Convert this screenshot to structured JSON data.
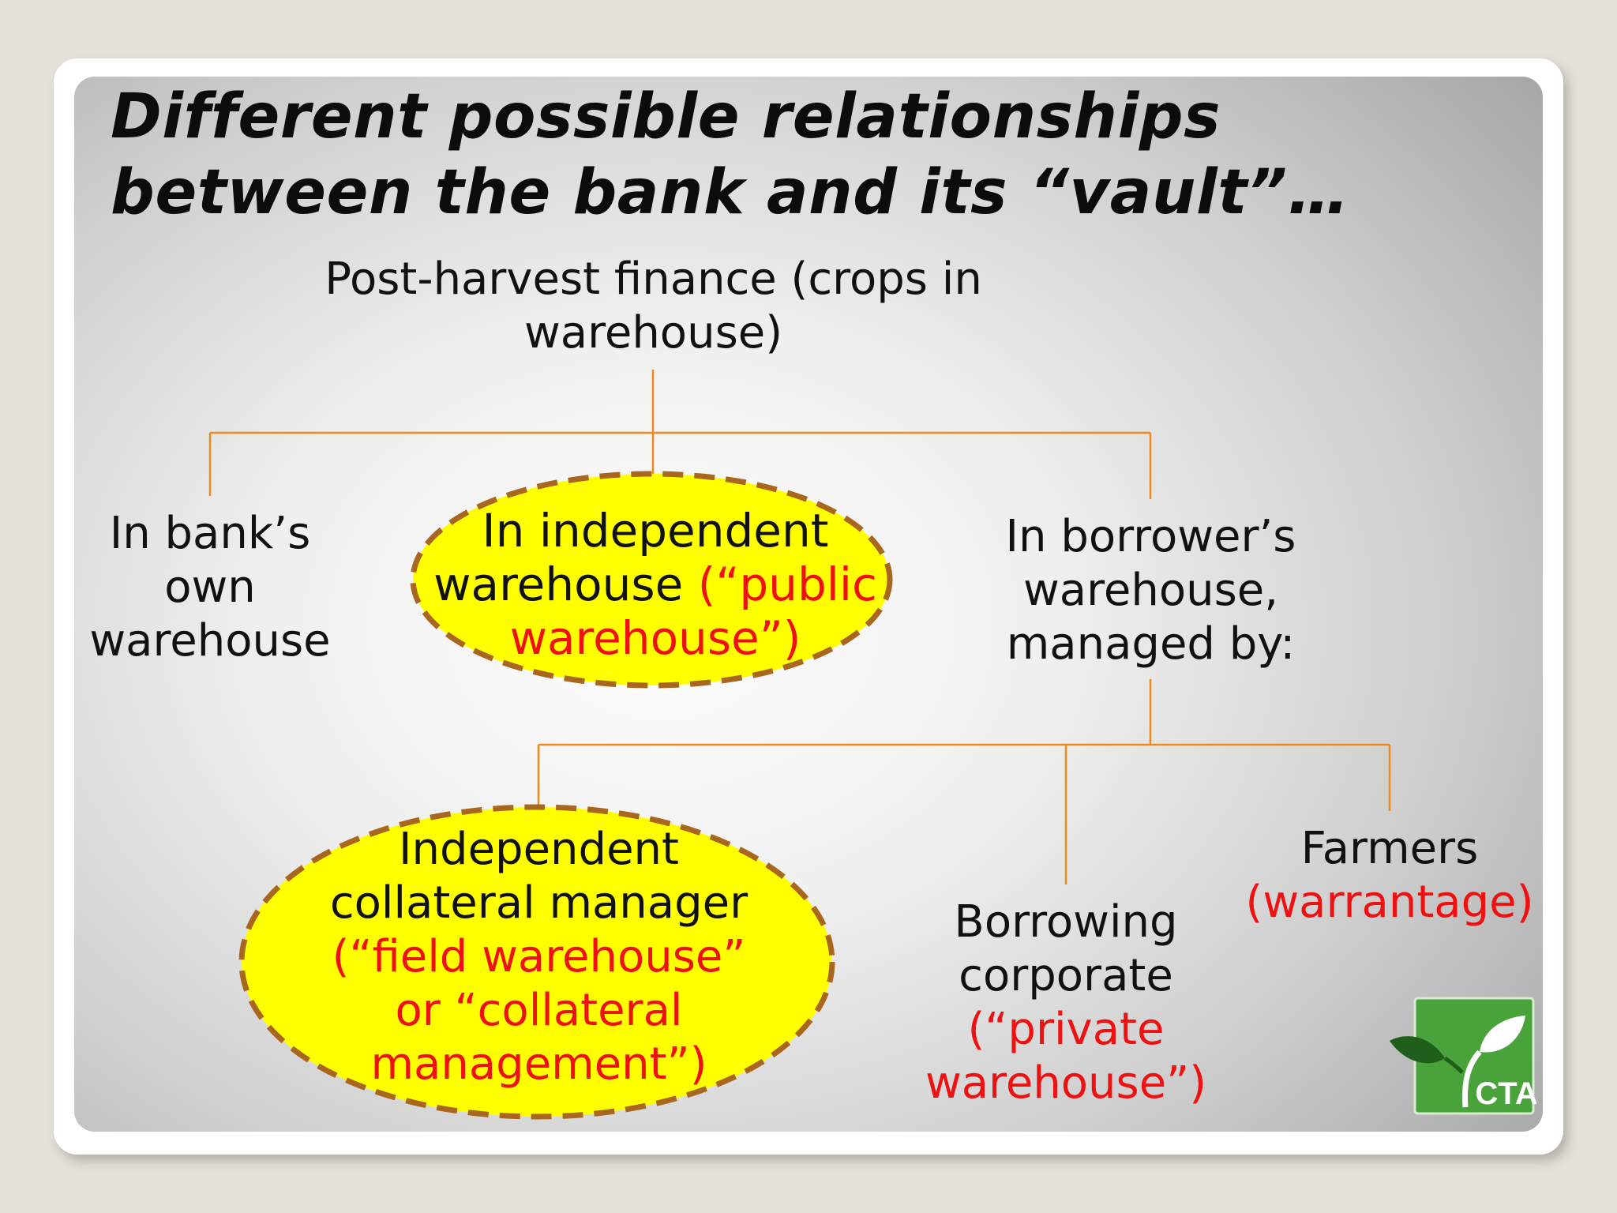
{
  "title": {
    "line1": "Different possible relationships",
    "line2": "between the bank and its “vault”…"
  },
  "diagram": {
    "root": {
      "line1": "Post-harvest finance (crops in",
      "line2": "warehouse)"
    },
    "bank_own": {
      "line1": "In bank’s",
      "line2": "own",
      "line3": "warehouse"
    },
    "independent": {
      "line1": "In independent",
      "line2_black": "warehouse ",
      "line2_red": "(“public",
      "line3_red": "warehouse”)"
    },
    "borrower": {
      "line1": "In borrower’s",
      "line2": "warehouse,",
      "line3": "managed by:"
    },
    "collateral_manager": {
      "line1": "Independent",
      "line2": "collateral manager",
      "line3_red": "(“field warehouse”",
      "line4_red": "or “collateral",
      "line5_red": "management”)"
    },
    "borrowing_corporate": {
      "line1": "Borrowing",
      "line2": "corporate",
      "line3_red": "(“private",
      "line4_red": "warehouse”)"
    },
    "farmers": {
      "line1": "Farmers",
      "line2_red": "(warrantage)"
    }
  },
  "logo": {
    "text": "CTA"
  },
  "colors": {
    "connector": "#f08a1c",
    "highlight_fill": "#ffff00",
    "highlight_border": "#a8661e",
    "red_text": "#ee1111"
  }
}
